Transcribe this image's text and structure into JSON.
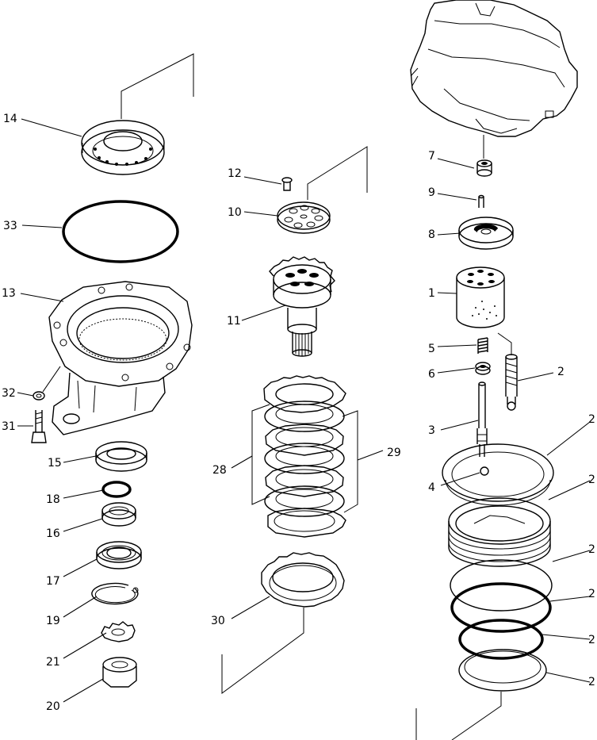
{
  "callouts": [
    "14",
    "33",
    "13",
    "32",
    "31",
    "15",
    "18",
    "16",
    "17",
    "19",
    "21",
    "20",
    "12",
    "10",
    "11",
    "28",
    "29",
    "30",
    "7",
    "9",
    "8",
    "1",
    "5",
    "6",
    "2",
    "3",
    "4",
    "2",
    "2",
    "2",
    "2",
    "2",
    "2"
  ],
  "clipped_labels": [
    "2",
    "2",
    "2",
    "2",
    "2",
    "2"
  ]
}
